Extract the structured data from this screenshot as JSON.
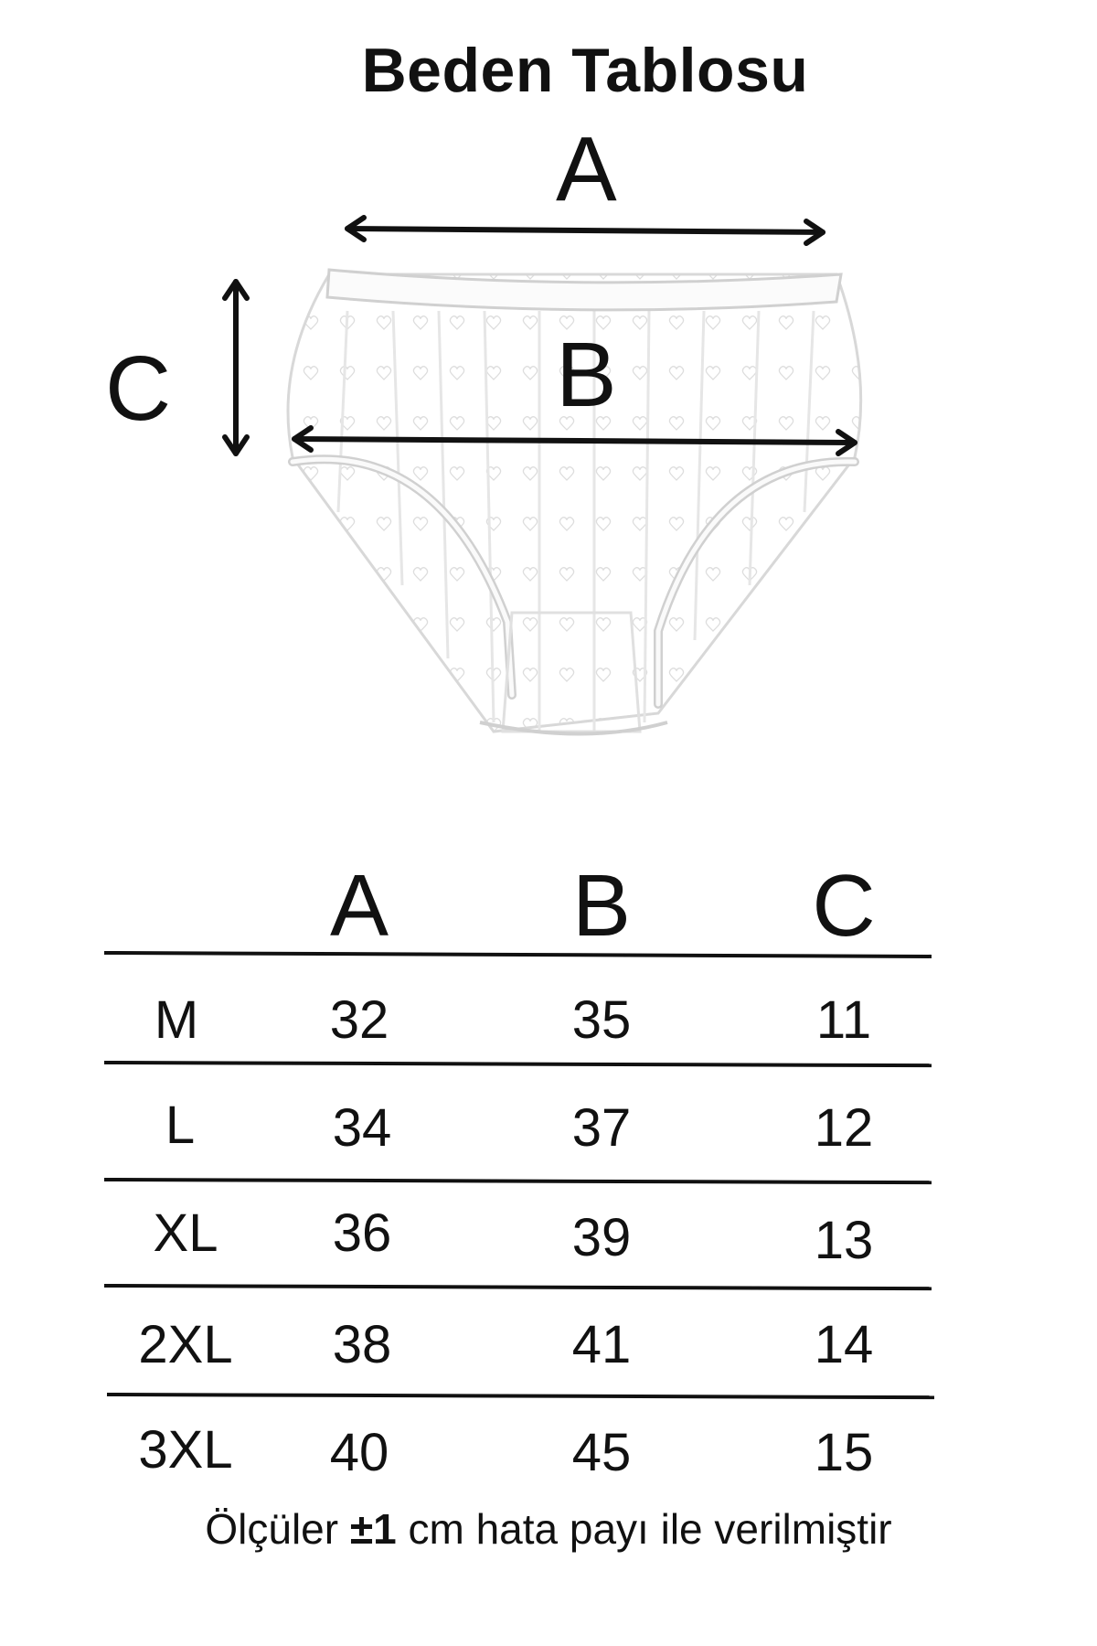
{
  "title": "Beden Tablosu",
  "diagram": {
    "label_a": "A",
    "label_b": "B",
    "label_c": "C",
    "garment_icon": "briefs-outline-icon"
  },
  "table": {
    "headers": [
      "A",
      "B",
      "C"
    ],
    "rows": [
      {
        "size": "M",
        "a": "32",
        "b": "35",
        "c": "11"
      },
      {
        "size": "L",
        "a": "34",
        "b": "37",
        "c": "12"
      },
      {
        "size": "XL",
        "a": "36",
        "b": "39",
        "c": "13"
      },
      {
        "size": "2XL",
        "a": "38",
        "b": "41",
        "c": "14"
      },
      {
        "size": "3XL",
        "a": "40",
        "b": "45",
        "c": "15"
      }
    ]
  },
  "footnote": {
    "prefix": "Ölçüler ",
    "bold": "±1",
    "suffix": " cm hata payı ile verilmiştir"
  }
}
